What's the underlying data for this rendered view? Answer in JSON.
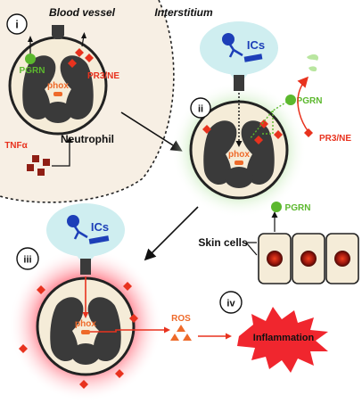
{
  "regions": {
    "blood_vessel": "Blood vessel",
    "interstitium": "Interstitium"
  },
  "steps": {
    "i": "i",
    "ii": "ii",
    "iii": "iii",
    "iv": "iv"
  },
  "labels": {
    "pgrn": "PGRN",
    "pr3_ne": "PR3/NE",
    "phox": "phox",
    "tnfa": "TNFα",
    "neutrophil": "Neutrophil",
    "ics": "ICs",
    "skin_cells": "Skin cells",
    "ros": "ROS",
    "inflammation": "Inflammation"
  },
  "colors": {
    "nucleus": "#3a3a3a",
    "cell_fill": "#f5ecd8",
    "pgrn_green": "#5cb82e",
    "pr3_red": "#e8321e",
    "ros_orange": "#ee6a2a",
    "tnfa_brown": "#8f1e14",
    "ics_blue": "#1d3fb8",
    "bubble_teal": "#cfeef0",
    "glow_green": "#b8e6a8",
    "glow_red": "#ff6b7a",
    "burst_red": "#f0262e"
  }
}
